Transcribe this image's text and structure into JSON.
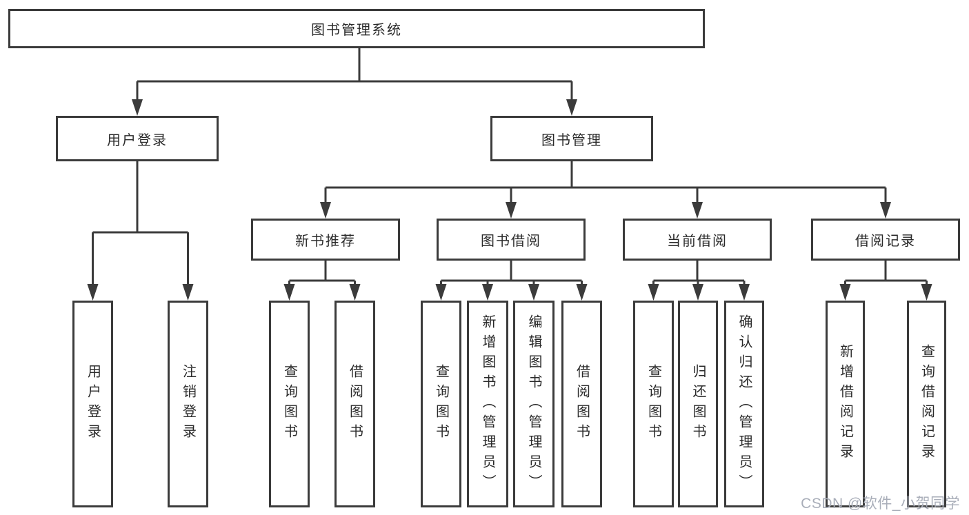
{
  "diagram_title": "图书管理系统",
  "tree": {
    "root": {
      "label": "图书管理系统"
    },
    "user_login": {
      "label": "用户登录",
      "children": [
        {
          "label": "用户登录"
        },
        {
          "label": "注销登录"
        }
      ]
    },
    "book_mgmt": {
      "label": "图书管理",
      "sections": [
        {
          "label": "新书推荐",
          "children": [
            {
              "label": "查询图书"
            },
            {
              "label": "借阅图书"
            }
          ]
        },
        {
          "label": "图书借阅",
          "children": [
            {
              "label": "查询图书"
            },
            {
              "label": "新增图书（管理员）"
            },
            {
              "label": "编辑图书（管理员）"
            },
            {
              "label": "借阅图书"
            }
          ]
        },
        {
          "label": "当前借阅",
          "children": [
            {
              "label": "查询图书"
            },
            {
              "label": "归还图书"
            },
            {
              "label": "确认归还（管理员）"
            }
          ]
        },
        {
          "label": "借阅记录",
          "children": [
            {
              "label": "新增借阅记录"
            },
            {
              "label": "查询借阅记录"
            }
          ]
        }
      ]
    }
  },
  "watermark": "CSDN @软件_小贺同学",
  "colors": {
    "line": "#3b3b3b",
    "node_border": "#3b3b3b",
    "node_text": "#2a2a2a",
    "background": "#ffffff",
    "watermark_text": "#a9aeb9"
  }
}
